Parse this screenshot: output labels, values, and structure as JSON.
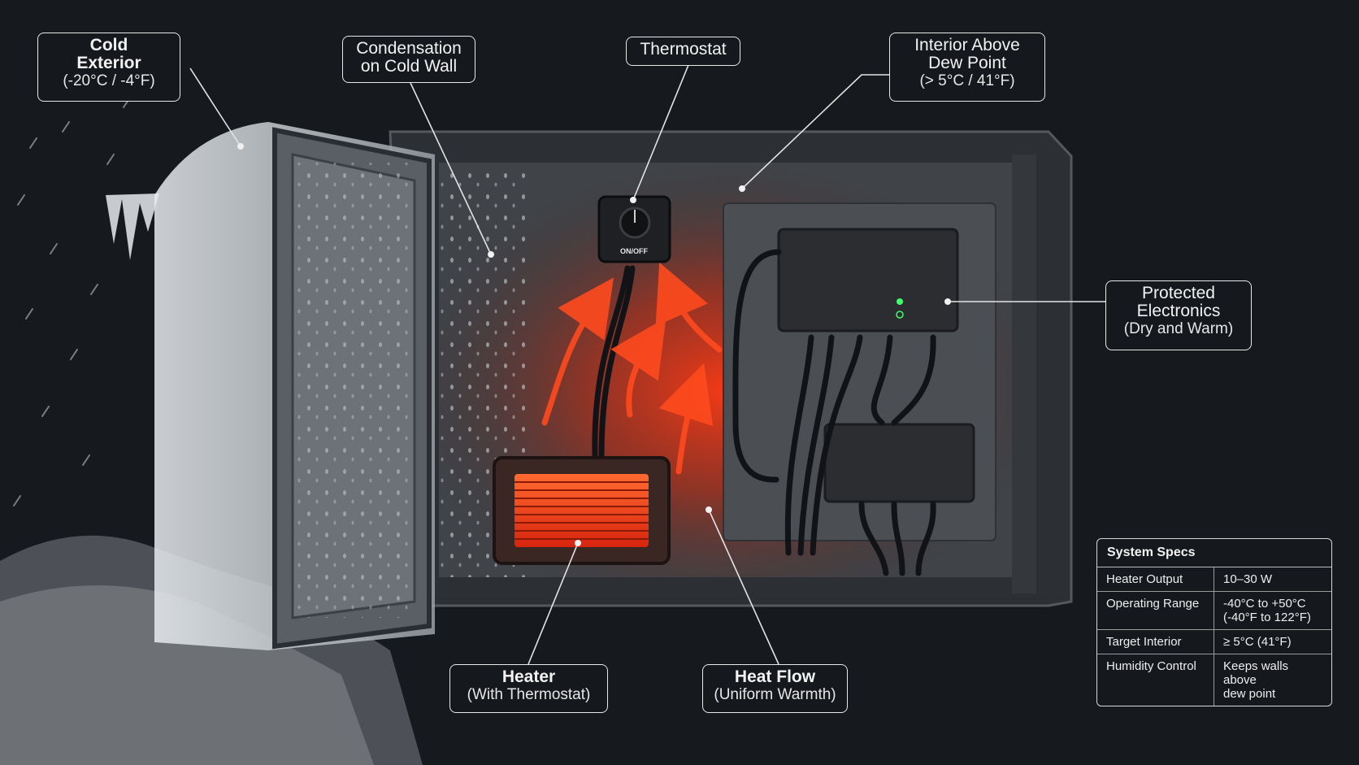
{
  "callouts": {
    "cold_exterior": {
      "title_lines": [
        "Cold",
        "Exterior"
      ],
      "subtitle": "(-20°C / -4°F)"
    },
    "condensation": {
      "title_lines": [
        "Condensation",
        "on Cold Wall"
      ]
    },
    "thermostat": {
      "title": "Thermostat"
    },
    "interior": {
      "title_lines": [
        "Interior Above",
        "Dew Point"
      ],
      "subtitle": "(> 5°C / 41°F)"
    },
    "protected": {
      "title_lines": [
        "Protected",
        "Electronics"
      ],
      "subtitle": "(Dry and Warm)"
    },
    "heater": {
      "title": "Heater",
      "subtitle": "(With Thermostat)"
    },
    "heat_flow": {
      "title": "Heat Flow",
      "subtitle": "(Uniform Warmth)"
    }
  },
  "thermostat_label": "ON/OFF",
  "specs": {
    "title": "System Specs",
    "rows": [
      {
        "key": "Heater Output",
        "value_lines": [
          "10–30 W"
        ]
      },
      {
        "key": "Operating Range",
        "value_lines": [
          "-40°C to +50°C",
          "(-40°F to 122°F)"
        ]
      },
      {
        "key": "Target Interior",
        "value_lines": [
          "≥ 5°C (41°F)"
        ]
      },
      {
        "key": "Humidity Control",
        "value_lines": [
          "Keeps walls above",
          "dew point"
        ]
      }
    ]
  },
  "colors": {
    "background": "#16191d",
    "heat_glow": "#ff3a14",
    "led_green": "#3dff6a"
  }
}
